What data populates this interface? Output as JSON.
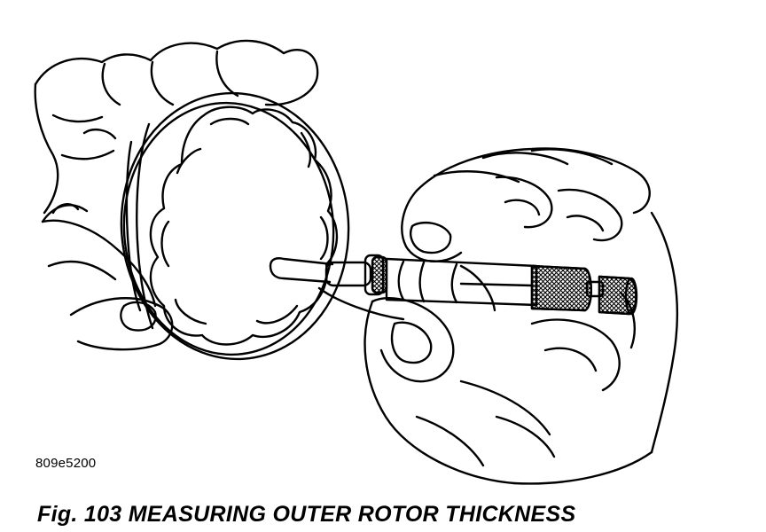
{
  "figure": {
    "reference_code": "809e5200",
    "caption": "Fig. 103 MEASURING OUTER ROTOR THICKNESS"
  },
  "colors": {
    "line": "#000000",
    "background": "#ffffff",
    "knurl": "#000000"
  },
  "icons": {
    "rotor": "outer-rotor-ring",
    "tool": "micrometer"
  }
}
